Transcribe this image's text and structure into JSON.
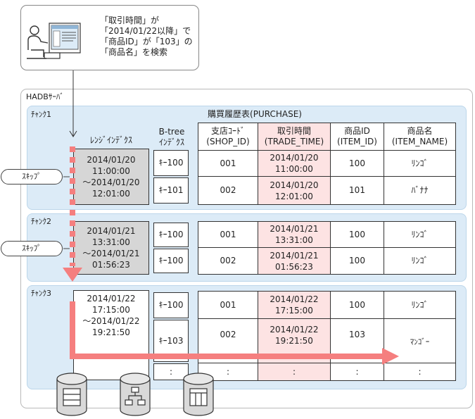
{
  "query": {
    "lines": [
      "「取引時間」が",
      "「2014/01/22以降」で",
      "「商品ID」が「103」の",
      "「商品名」を検索"
    ]
  },
  "server_label": "HADBｻｰﾊﾞ",
  "table_title": "購買履歴表(PURCHASE)",
  "headers": {
    "range_index": "ﾚﾝｼﾞｲﾝﾃﾞｸｽ",
    "btree_1": "B-tree",
    "btree_2": "ｲﾝﾃﾞｸｽ",
    "shop_1": "支店ｺｰﾄﾞ",
    "shop_2": "(SHOP_ID)",
    "time_1": "取引時間",
    "time_2": "(TRADE_TIME)",
    "item_1": "商品ID",
    "item_2": "(ITEM_ID)",
    "name_1": "商品名",
    "name_2": "(ITEM_NAME)"
  },
  "skip_label": "ｽｷｯﾌﾟ",
  "chunks": [
    {
      "label": "ﾁｬﾝｸ1",
      "range": [
        "2014/01/20",
        "11:00:00",
        "～2014/01/20",
        "12:01:00"
      ],
      "rows": [
        {
          "key": "ｷｰ100",
          "shop": "001",
          "date": "2014/01/20",
          "time": "11:00:00",
          "item": "100",
          "name": "ﾘﾝｺﾞ"
        },
        {
          "key": "ｷｰ101",
          "shop": "002",
          "date": "2014/01/20",
          "time": "12:01:00",
          "item": "101",
          "name": "ﾊﾞﾅﾅ"
        }
      ]
    },
    {
      "label": "ﾁｬﾝｸ2",
      "range": [
        "2014/01/21",
        "13:31:00",
        "～2014/01/21",
        "01:56:23"
      ],
      "rows": [
        {
          "key": "ｷｰ100",
          "shop": "001",
          "date": "2014/01/21",
          "time": "13:31:00",
          "item": "100",
          "name": "ﾘﾝｺﾞ"
        },
        {
          "key": "ｷｰ100",
          "shop": "002",
          "date": "2014/01/21",
          "time": "01:56:23",
          "item": "100",
          "name": "ﾘﾝｺﾞ"
        }
      ]
    },
    {
      "label": "ﾁｬﾝｸ3",
      "range": [
        "2014/01/22",
        "17:15:00",
        "～2014/01/22",
        "19:21:50"
      ],
      "rows": [
        {
          "key": "ｷｰ100",
          "shop": "001",
          "date": "2014/01/22",
          "time": "17:15:00",
          "item": "100",
          "name": "ﾘﾝｺﾞ"
        },
        {
          "key": "ｷｰ103",
          "shop": "002",
          "date": "2014/01/22",
          "time": "19:21:50",
          "item": "103",
          "name": "ﾏﾝｺﾞｰ"
        }
      ]
    }
  ],
  "ellipsis": ":",
  "colors": {
    "chunk_fill": "#dcebf7",
    "highlight": "#fde3e3",
    "arrow": "#f57f7f",
    "skipped": "#d6d6d6"
  },
  "icons": [
    "user-at-computer-icon",
    "table-storage-icon",
    "btree-storage-icon",
    "columnar-storage-icon"
  ]
}
